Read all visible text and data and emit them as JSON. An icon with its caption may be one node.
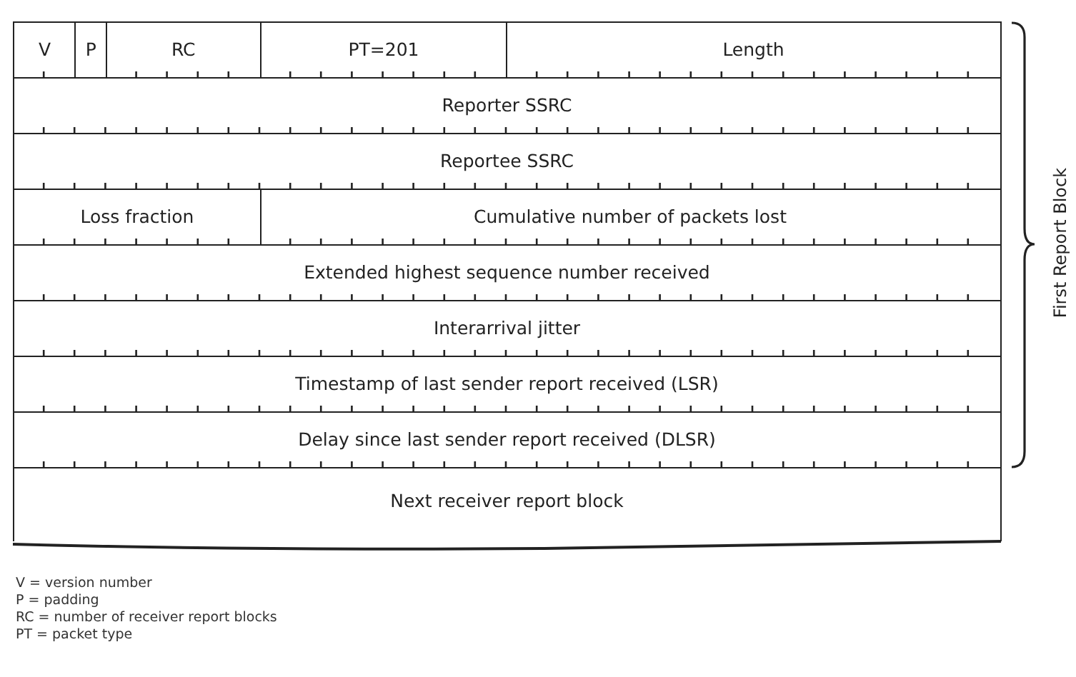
{
  "diagram": {
    "nodes": [
      {
        "text": [
          "V"
        ]
      },
      {
        "text": [
          "P"
        ]
      },
      {
        "text": [
          "RC"
        ]
      },
      {
        "text": [
          "PT=201"
        ]
      },
      {
        "text": [
          "Length"
        ]
      },
      {
        "text": [
          "Reporter SSRC"
        ]
      },
      {
        "text": [
          "Reportee SSRC"
        ]
      },
      {
        "text": [
          "Loss fraction"
        ]
      },
      {
        "text": [
          "Cumulative number of packets lost"
        ]
      },
      {
        "text": [
          "Extended highest sequence number received"
        ]
      },
      {
        "text": [
          "Interarrival jitter"
        ]
      },
      {
        "text": [
          "Timestamp of last sender report received (LSR)"
        ]
      },
      {
        "text": [
          "Delay since last sender report received (DLSR)"
        ]
      },
      {
        "text": [
          "Next receiver report block"
        ]
      }
    ],
    "labels": [
      "First Report Block",
      "V = version number",
      "P = padding",
      "RC = number of receiver report blocks",
      "PT = packet type"
    ]
  }
}
